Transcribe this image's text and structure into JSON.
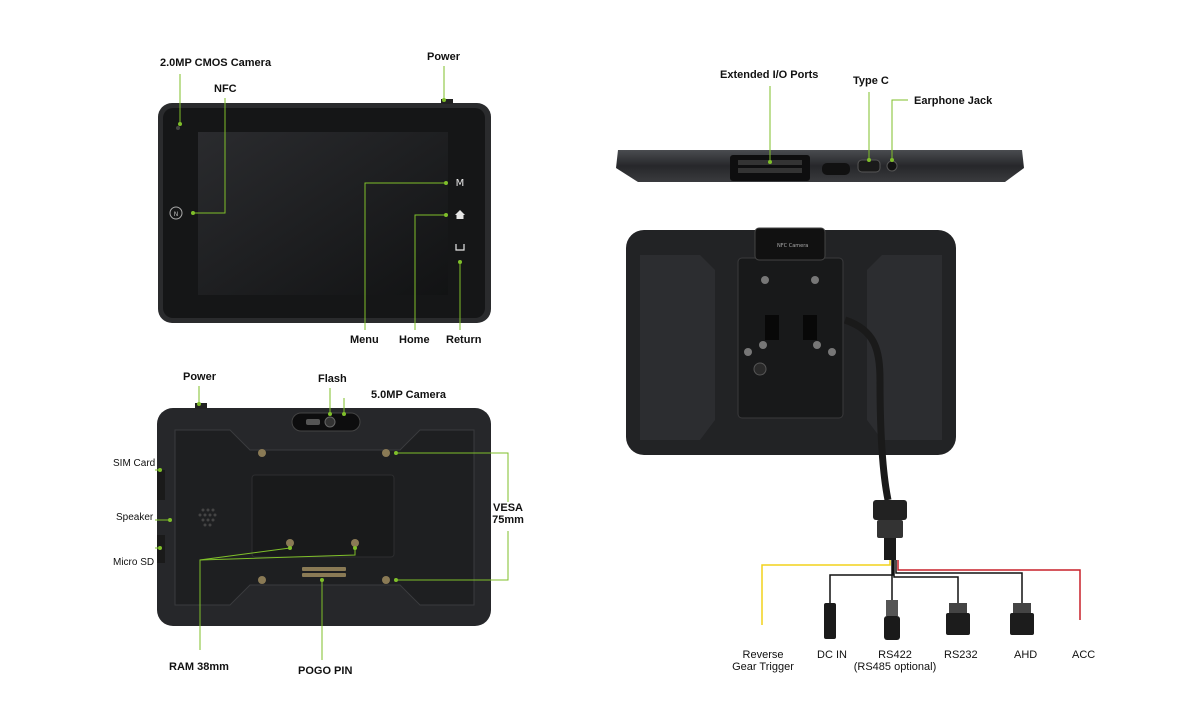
{
  "front": {
    "camera_label": "2.0MP CMOS Camera",
    "nfc_label": "NFC",
    "power_label": "Power",
    "menu_label": "Menu",
    "home_label": "Home",
    "return_label": "Return",
    "menu_key_glyph": "M"
  },
  "back": {
    "power_label": "Power",
    "flash_label": "Flash",
    "camera_label": "5.0MP Camera",
    "sim_label": "SIM Card",
    "speaker_label": "Speaker",
    "microsd_label": "Micro SD",
    "vesa_label_line1": "VESA",
    "vesa_label_line2": "75mm",
    "ram_label": "RAM 38mm",
    "pogo_label": "POGO PIN"
  },
  "top_edge": {
    "io_label": "Extended I/O Ports",
    "typec_label": "Type C",
    "earphone_label": "Earphone Jack"
  },
  "mount": {
    "module_caption": "NFC Camera"
  },
  "cable": {
    "reverse_line1": "Reverse",
    "reverse_line2": "Gear Trigger",
    "dcin_label": "DC IN",
    "rs422_line1": "RS422",
    "rs422_line2": "(RS485 optional)",
    "rs232_label": "RS232",
    "ahd_label": "AHD",
    "acc_label": "ACC"
  },
  "colors": {
    "callout": "#7fbf2a",
    "device_dark": "#1c1d1f",
    "device_mid": "#2b2c2e",
    "wire_yellow": "#f2d21b",
    "wire_red": "#c8202a",
    "wire_black": "#111111"
  }
}
